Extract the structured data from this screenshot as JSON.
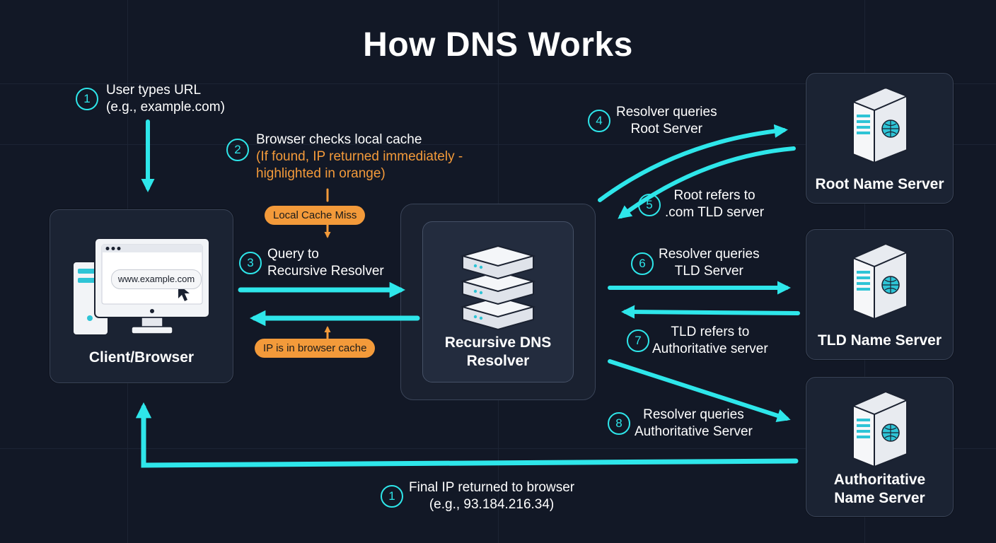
{
  "title": "How DNS Works",
  "colors": {
    "background": "#121826",
    "arrow": "#2ee6ea",
    "orange": "#f39a3a",
    "card": "#1b2333"
  },
  "nodes": {
    "client": {
      "label": "Client/Browser",
      "url": "www.example.com",
      "icon": "computer-icon"
    },
    "resolver": {
      "label_line1": "Recursive DNS",
      "label_line2": "Resolver",
      "icon": "server-stack-icon"
    },
    "root": {
      "label": "Root Name Server",
      "icon": "server-tower-icon"
    },
    "tld": {
      "label": "TLD Name Server",
      "icon": "server-tower-icon"
    },
    "authoritative": {
      "label_line1": "Authoritative",
      "label_line2": "Name Server",
      "icon": "server-tower-icon"
    }
  },
  "steps": {
    "s1": {
      "num": "1",
      "line1": "User types URL",
      "line2": "(e.g., example.com)"
    },
    "s2": {
      "num": "2",
      "line1": "Browser checks local cache",
      "line2": "(If found, IP returned immediately -",
      "line3": "highlighted in orange)"
    },
    "s3": {
      "num": "3",
      "line1": "Query to",
      "line2": "Recursive Resolver"
    },
    "s4": {
      "num": "4",
      "line1": "Resolver queries",
      "line2": "Root Server"
    },
    "s5": {
      "num": "5",
      "line1": "Root refers to",
      "line2": ".com TLD server"
    },
    "s6": {
      "num": "6",
      "line1": "Resolver queries",
      "line2": "TLD Server"
    },
    "s7": {
      "num": "7",
      "line1": "TLD refers to",
      "line2": "Authoritative server"
    },
    "s8": {
      "num": "8",
      "line1": "Resolver queries",
      "line2": "Authoritative Server"
    },
    "s9": {
      "num": "1",
      "line1": "Final IP returned to browser",
      "line2": "(e.g., 93.184.216.34)"
    }
  },
  "badges": {
    "cache_miss": "Local Cache Miss",
    "cache_hit": "IP is in browser cache"
  }
}
